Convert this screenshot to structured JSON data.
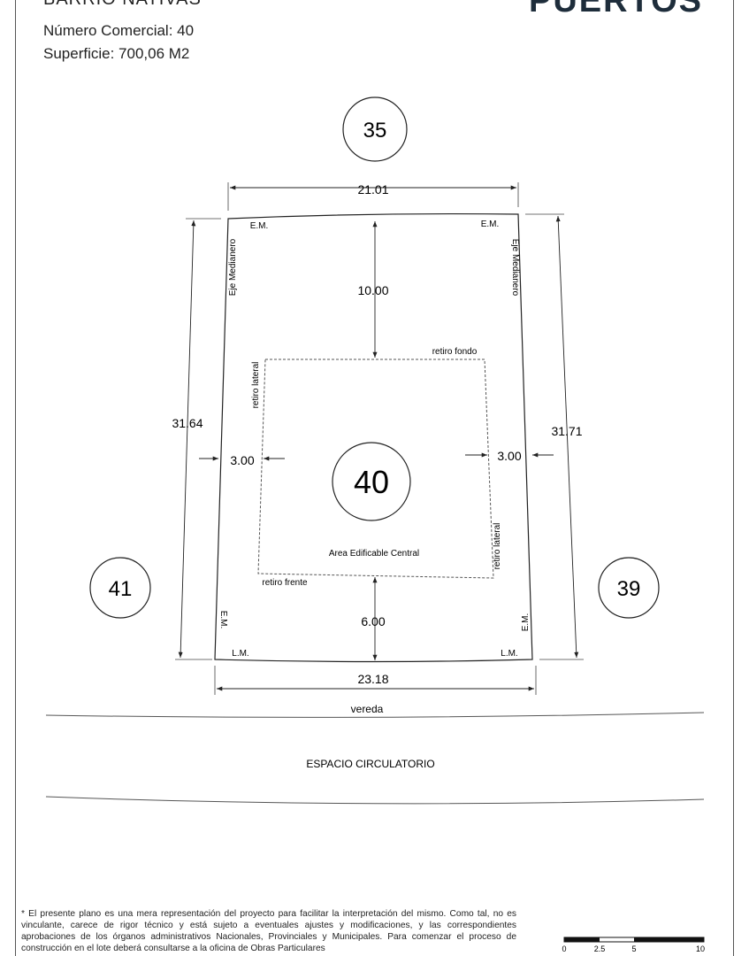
{
  "header": {
    "barrio": "BARRIO NATIVAS",
    "numero_comercial": "Número Comercial: 40",
    "superficie": "Superficie: 700,06 M2",
    "logo": "PUERTOS"
  },
  "lots": {
    "top": "35",
    "center": "40",
    "left": "41",
    "right": "39"
  },
  "dimensions": {
    "top_width": "21.01",
    "bottom_width": "23.18",
    "left_length": "31.64",
    "right_length": "31.71",
    "setback_back": "10.00",
    "setback_front": "6.00",
    "setback_left": "3.00",
    "setback_right": "3.00"
  },
  "labels": {
    "em": "E.M.",
    "lm": "L.M.",
    "eje_medianero": "Eje Medianero",
    "retiro_fondo": "retiro fondo",
    "retiro_lateral": "retiro lateral",
    "retiro_frente": "retiro frente",
    "area_edificable": "Area Edificable Central",
    "vereda": "vereda",
    "espacio_circulatorio": "ESPACIO CIRCULATORIO"
  },
  "scale": {
    "ticks": [
      "0",
      "2.5",
      "5",
      "10"
    ]
  },
  "disclaimer": "* El presente plano es una mera representación del proyecto para facilitar la interpretación del mismo. Como tal, no es vinculante, carece de rigor técnico y está sujeto a eventuales ajustes y modificaciones, y las correspondientes aprobaciones de los órganos administrativos Nacionales, Provinciales y Municipales. Para comenzar el proceso de construcción en el lote deberá consultarse a la oficina de Obras Particulares"
}
